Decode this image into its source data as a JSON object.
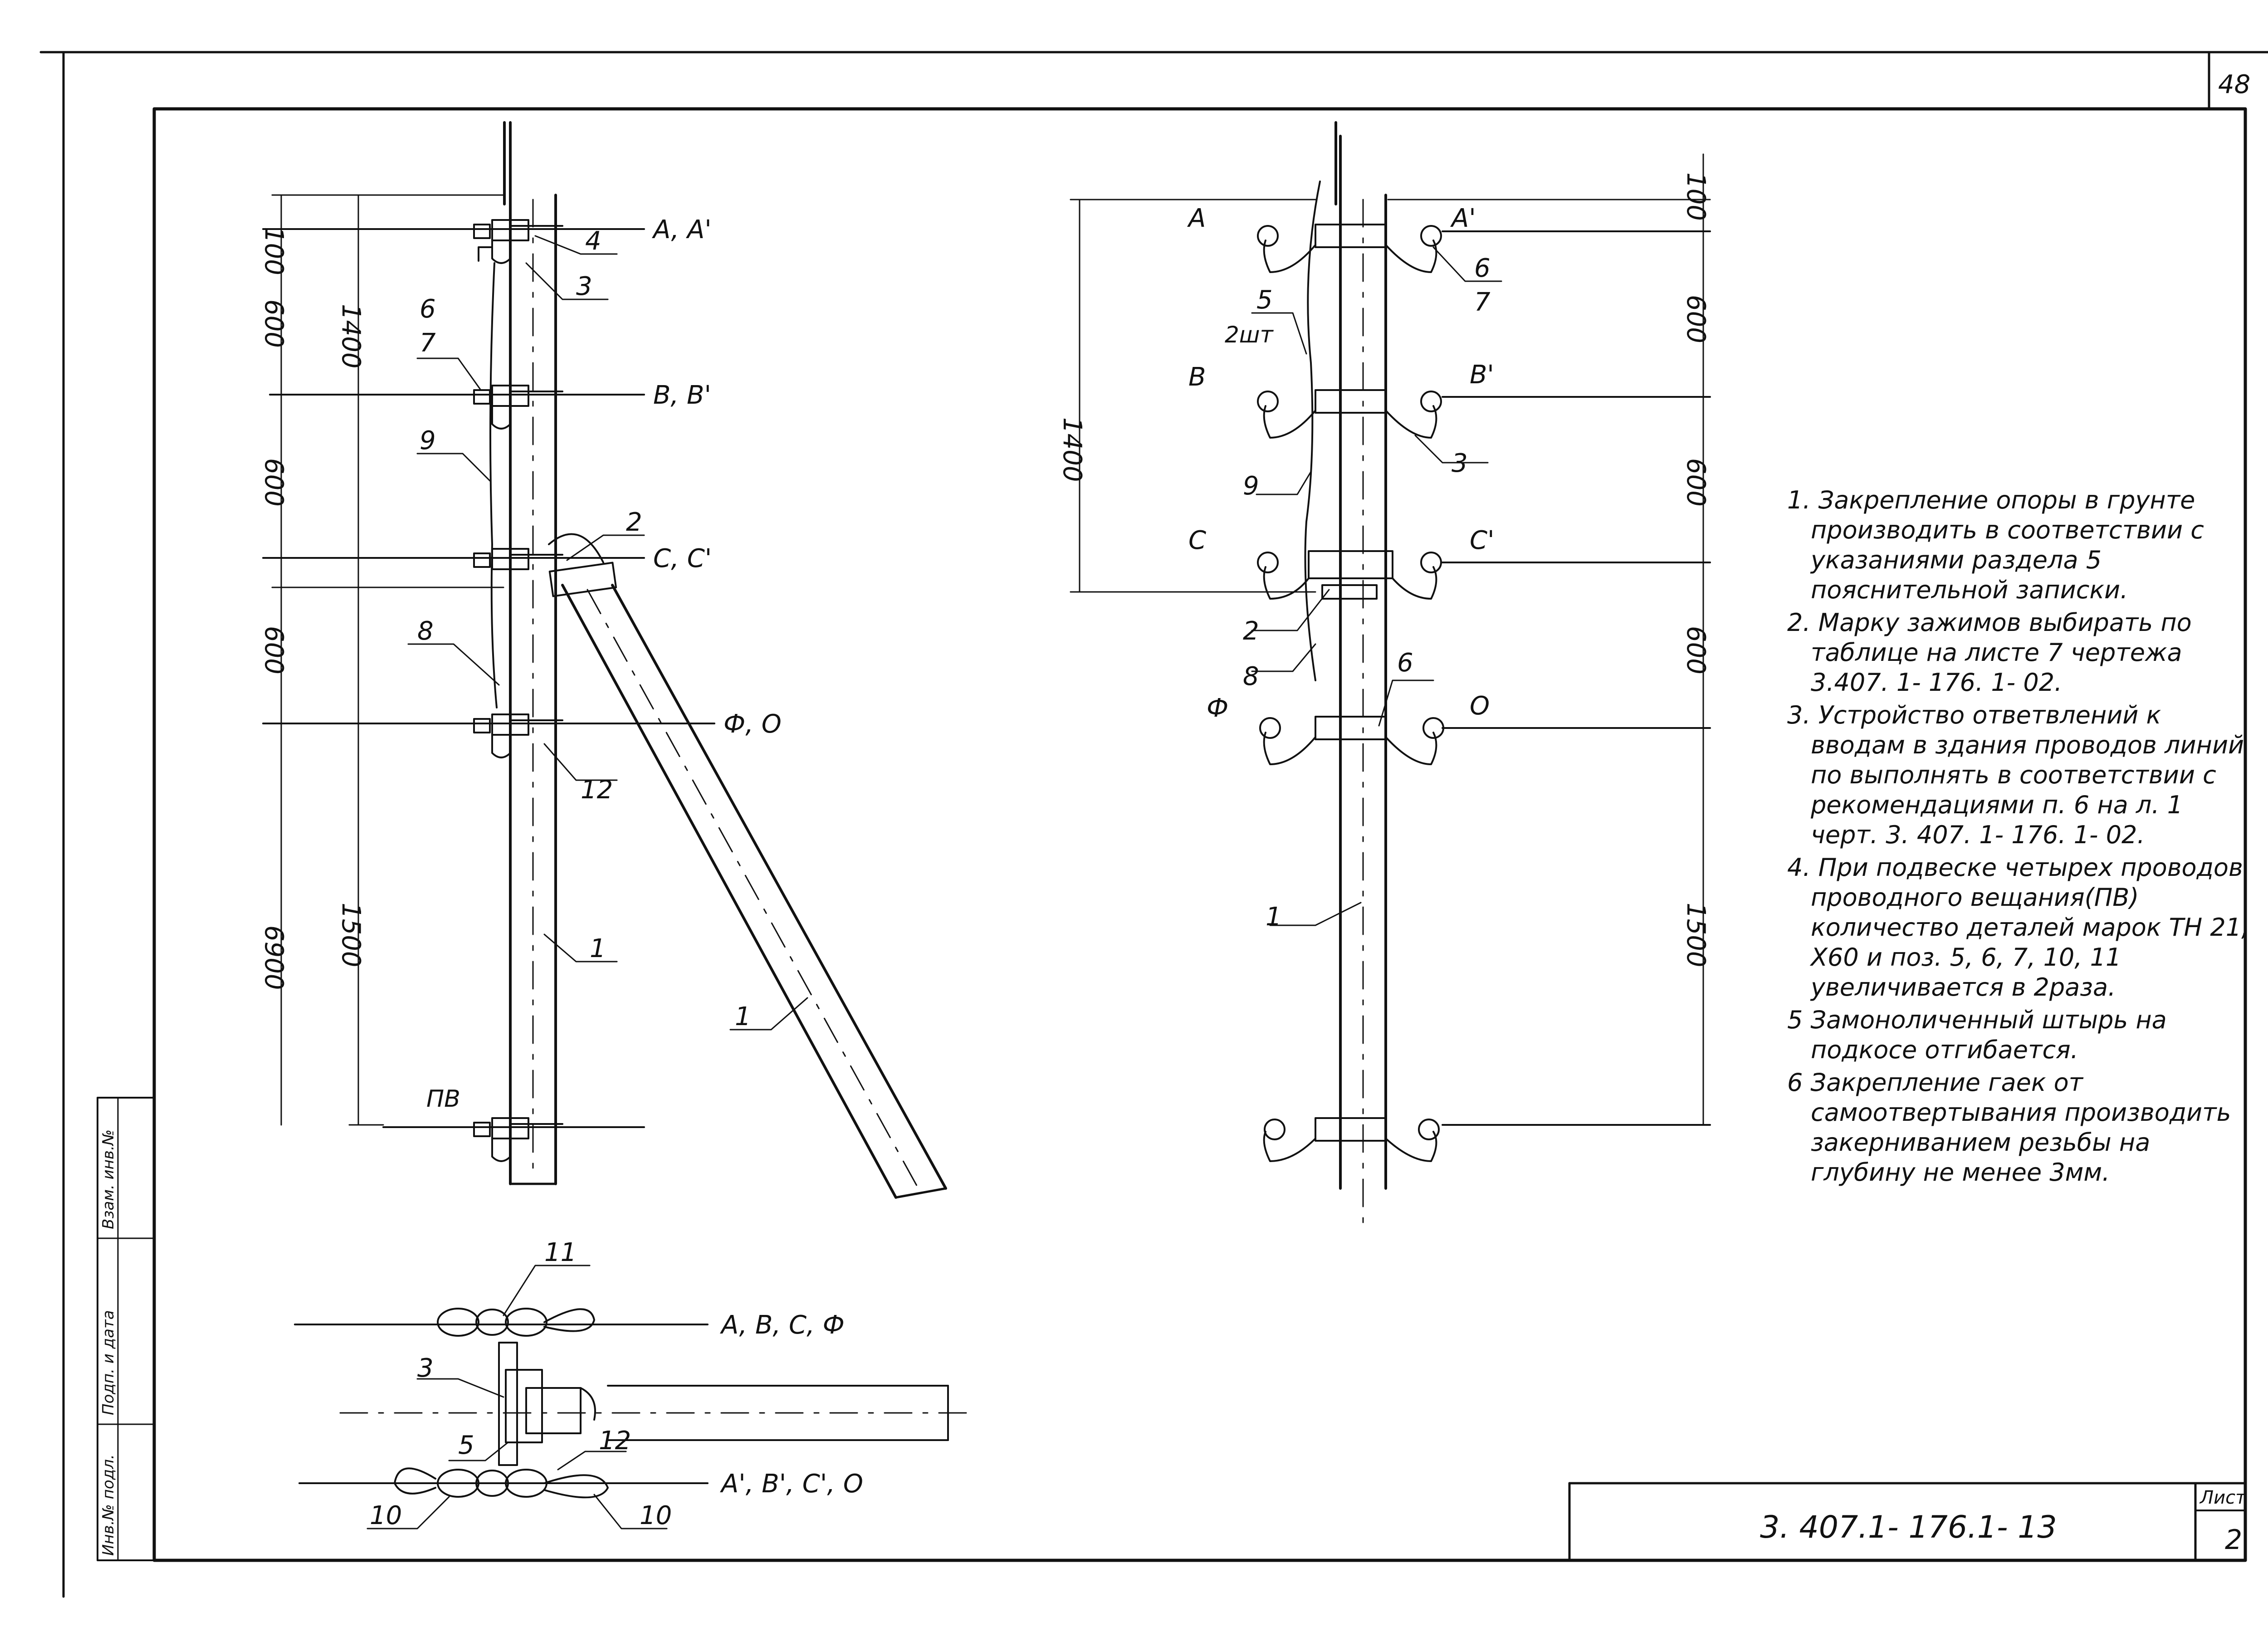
{
  "frame": {
    "sheet_number": "48",
    "list_label": "Лист",
    "list_value": "2",
    "drawing_code": "3. 407.1- 176.1- 13"
  },
  "stamp": {
    "col1": "Инв.№ подл.",
    "col2": "Подп. и дата",
    "col3": "Взам. инв.№"
  },
  "left_view": {
    "dims_outer": [
      "100",
      "600",
      "600",
      "600",
      "6900"
    ],
    "dims_inner": [
      "1400",
      "1500"
    ],
    "wire_labels": [
      "A, A'",
      "B, B'",
      "C, C'",
      "Ф, О",
      "ПВ"
    ],
    "callouts": [
      "4",
      "3",
      "6",
      "7",
      "9",
      "2",
      "8",
      "12",
      "1",
      "1"
    ]
  },
  "right_view": {
    "dims_right": [
      "100",
      "600",
      "600",
      "600",
      "1500"
    ],
    "dim_left": "1400",
    "phase_labels": [
      "A",
      "A'",
      "B",
      "B'",
      "C",
      "C'",
      "Ф",
      "О"
    ],
    "callouts": [
      "6",
      "7",
      "5",
      "2шт",
      "3",
      "9",
      "2",
      "8",
      "6",
      "1"
    ]
  },
  "plan_view": {
    "wire_labels": [
      "A, B, C, Ф",
      "A', B', C', О"
    ],
    "callouts": [
      "11",
      "3",
      "5",
      "12",
      "10",
      "10"
    ]
  },
  "notes": [
    "1. Закрепление опоры в грунте производить в соответствии с указаниями раздела 5 пояснительной записки.",
    "2. Марку зажимов выбирать по таблице на листе 7 чертежа 3.407. 1- 176. 1- 02.",
    "3. Устройство ответвлений к вводам в здания проводов линий по выполнять в соответствии с рекомендациями п. 6 на л. 1 черт. 3. 407. 1- 176. 1- 02.",
    "4. При подвеске четырех проводов проводного вещания(ПВ) количество деталей марок ТН 21, Х60 и поз. 5, 6, 7, 10, 11 увеличивается в 2раза.",
    "5 Замоноличенный штырь на подкосе отгибается.",
    "6 Закрепление гаек от самоотвертывания производить закерниванием резьбы на глубину не менее 3мм."
  ]
}
